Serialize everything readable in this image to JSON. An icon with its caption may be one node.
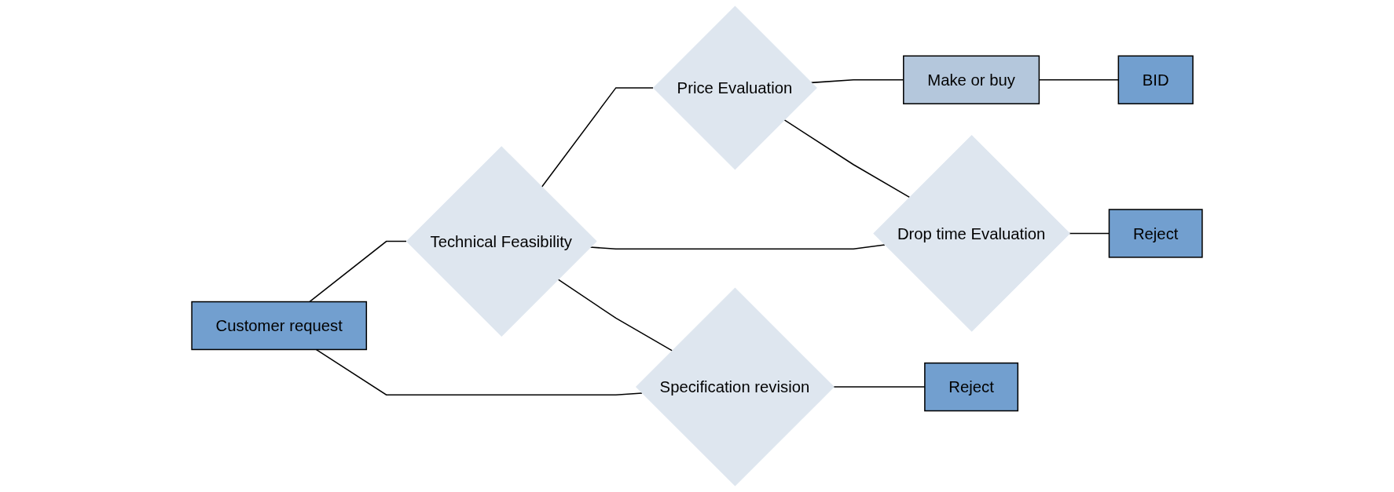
{
  "diagram": {
    "nodes": [
      {
        "text": [
          "Customer request"
        ]
      },
      {
        "text": [
          "Technical Feasibility"
        ]
      },
      {
        "text": [
          "Price Evaluation"
        ]
      },
      {
        "text": [
          "Make or buy"
        ]
      },
      {
        "text": [
          "BID"
        ]
      },
      {
        "text": [
          "Specification revision"
        ]
      },
      {
        "text": [
          "Drop time Evaluation"
        ]
      },
      {
        "text": [
          "Reject"
        ]
      },
      {
        "text": [
          "Reject"
        ]
      }
    ],
    "edges": [
      {
        "from": 0,
        "to": 1,
        "arrow": "none"
      },
      {
        "from": 0,
        "to": 5,
        "arrow": "none"
      },
      {
        "from": 1,
        "to": 5,
        "arrow": "none"
      },
      {
        "from": 5,
        "to": 7,
        "arrow": "none"
      },
      {
        "from": 1,
        "to": 2,
        "arrow": "none"
      },
      {
        "from": 1,
        "to": 6,
        "arrow": "none"
      },
      {
        "from": 2,
        "to": 6,
        "arrow": "none"
      },
      {
        "from": 6,
        "to": 8,
        "arrow": "none"
      },
      {
        "from": 2,
        "to": 3,
        "arrow": "none"
      },
      {
        "from": 3,
        "to": 4,
        "arrow": "none"
      }
    ]
  }
}
